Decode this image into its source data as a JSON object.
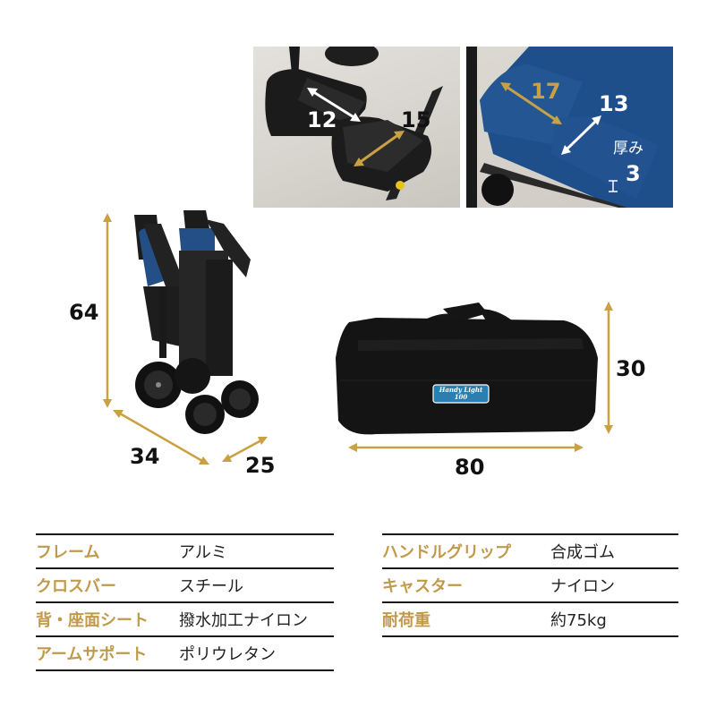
{
  "colors": {
    "accent_gold": "#c09a4a",
    "arrow_gold": "#c9a143",
    "table_rule": "#1a1a1a",
    "seat_blue": "#1f4f8a",
    "bag_black": "#141414",
    "bag_tag_blue": "#2b7fb0"
  },
  "photos": {
    "footrest": {
      "dim_width": "12",
      "dim_depth": "15"
    },
    "seat": {
      "dim_width": "17",
      "dim_depth": "13",
      "thickness_label": "厚み",
      "thickness_value": "3"
    }
  },
  "folded_chair": {
    "height": "64",
    "width": "34",
    "depth": "25"
  },
  "bag": {
    "height": "30",
    "width": "80",
    "tag_brand": "Handy Light",
    "tag_model": "100"
  },
  "specs": {
    "left": [
      {
        "key": "フレーム",
        "value": "アルミ"
      },
      {
        "key": "クロスバー",
        "value": "スチール"
      },
      {
        "key": "背・座面シート",
        "value": "撥水加工ナイロン"
      },
      {
        "key": "アームサポート",
        "value": "ポリウレタン"
      }
    ],
    "right": [
      {
        "key": "ハンドルグリップ",
        "value": "合成ゴム"
      },
      {
        "key": "キャスター",
        "value": "ナイロン"
      },
      {
        "key": "耐荷重",
        "value": "約75kg"
      }
    ]
  }
}
